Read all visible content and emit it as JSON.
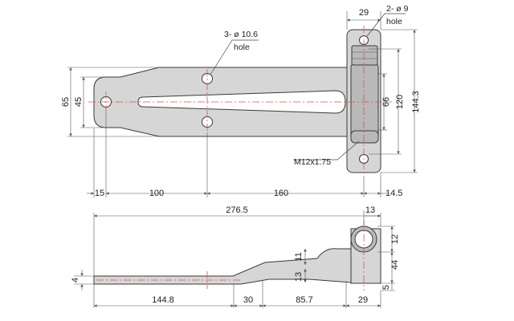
{
  "top_view": {
    "holes_note_line1": "3- ø 10.6",
    "holes_note_line2": "hole",
    "pin_holes_note_line1": "2- ø 9",
    "pin_holes_note_line2": "hole",
    "thread_note": "M12x1.75",
    "dim_top_width": "29",
    "dim_overall_height_outer": "65",
    "dim_overall_height_inner": "45",
    "dim_right_66": "66",
    "dim_right_120": "120",
    "dim_right_144_3": "144.3",
    "dim_bottom_15": "15",
    "dim_bottom_100": "100",
    "dim_bottom_160": "160",
    "dim_bottom_14_5": "14.5"
  },
  "side_view": {
    "dim_overall_length": "276.5",
    "dim_knuckle_13": "13",
    "dim_knuckle_12": "12",
    "dim_height_44": "44",
    "dim_offset_5": "5",
    "dim_thickness_4": "4",
    "dim_bend_11": "11",
    "dim_bend_13": "13",
    "dim_bottom_144_8": "144.8",
    "dim_bottom_30": "30",
    "dim_bottom_85_7": "85.7",
    "dim_bottom_29": "29"
  },
  "colors": {
    "part_fill": "#d6d6d6",
    "centerline": "#d9534f",
    "outline": "#3a3a3a"
  }
}
